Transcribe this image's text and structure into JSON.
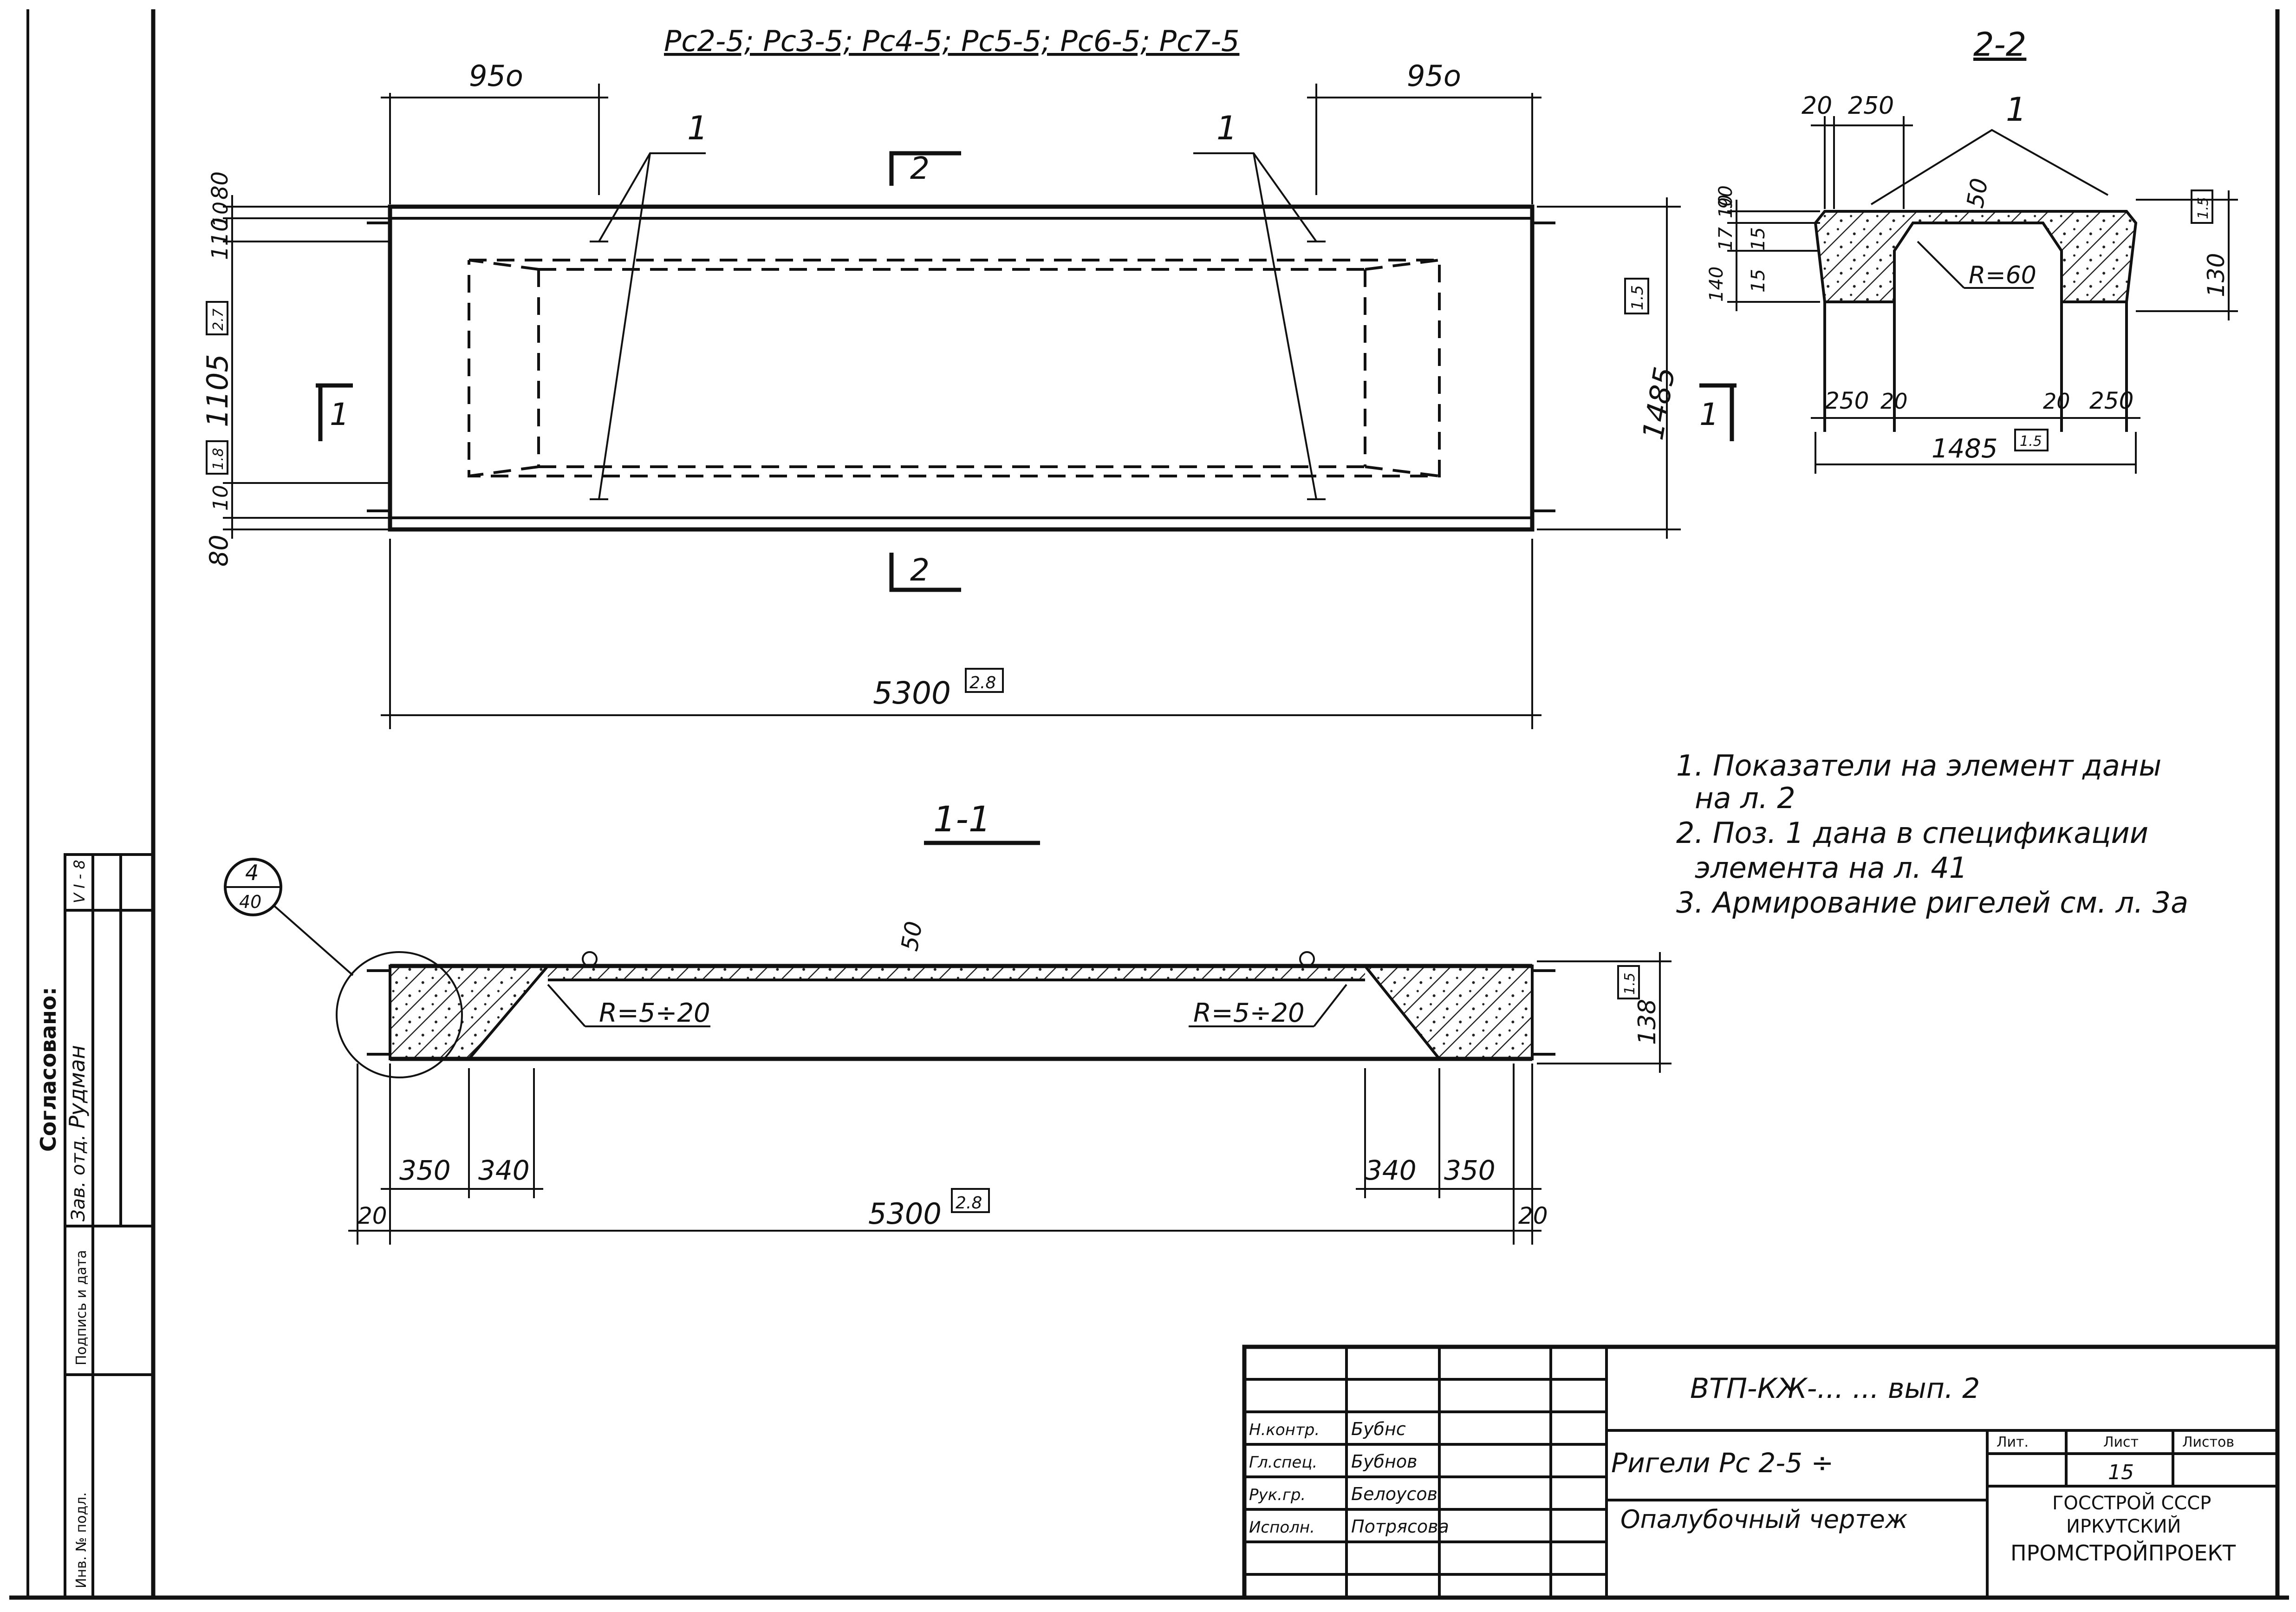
{
  "title_marks": "Рс2-5; Рс3-5; Рс4-5; Рс5-5; Рс6-5; Рс7-5",
  "plan": {
    "dim_left_top": "95о",
    "dim_right_top": "95о",
    "dim_overall_length": "5300",
    "dim_overall_length_ref": "2.8",
    "dim_width": "1485",
    "dim_width_ref": "1.5",
    "dim_left_stack": [
      "80",
      "10",
      "110",
      "1105",
      "10",
      "80"
    ],
    "dim_left_ref_a": "2.7",
    "dim_left_ref_b": "1.8",
    "leader_label_left": "1",
    "leader_label_right": "1",
    "section_mark_top": "2",
    "section_mark_bottom": "2",
    "section_mark_left": "1",
    "section_mark_right": "1"
  },
  "section_1_1": {
    "title": "1-1",
    "detail_callout_num": "4",
    "detail_callout_sheet": "40",
    "dim_50": "50",
    "radius_left": "R=5÷20",
    "radius_right": "R=5÷20",
    "dim_height": "138",
    "dim_height_ref": "1.5",
    "dim_350_left": "350",
    "dim_340_left": "340",
    "dim_340_right": "340",
    "dim_350_right": "350",
    "dim_20_left": "20",
    "dim_20_right": "20",
    "dim_length": "5300",
    "dim_length_ref": "2.8"
  },
  "section_2_2": {
    "title": "2-2",
    "dim_top_20": "20",
    "dim_top_250": "250",
    "leader_label": "1",
    "dim_50": "50",
    "radius": "R=60",
    "dim_left_stack": [
      "10",
      "17",
      "90",
      "15",
      "15",
      "140"
    ],
    "dim_height": "130",
    "dim_height_ref": "1.5",
    "dim_bottom_250_left": "250",
    "dim_bottom_20_left": "20",
    "dim_bottom_20_right": "20",
    "dim_bottom_250_right": "250",
    "dim_width": "1485",
    "dim_width_ref": "1.5"
  },
  "notes": [
    "1. Показатели на элемент даны",
    "на л. 2",
    "2. Поз. 1 дана в спецификации",
    "элемента на л. 41",
    "3. Армирование ригелей см. л. 3а"
  ],
  "side_stamp": {
    "agreed_label": "Согласовано:",
    "row1": "Зав. отд.",
    "row2": "Рудман",
    "col_label_1": "Инв. № подл.",
    "col_label_2": "Подпись и дата",
    "corner_code": "V I - 8"
  },
  "title_block": {
    "doc_code": "ВТП-КЖ-...  ... вып. 2",
    "roles": [
      "Н.контр.",
      "Гл.спец.",
      "Рук.гр.",
      "Исполн."
    ],
    "names": [
      "Бубнс",
      "Бубнов",
      "Белоусов",
      "Потрясова"
    ],
    "element_name": "Ригели Рс 2-5 ÷",
    "drawing_name": "Опалубочный чертеж",
    "col_stage": "Лит.",
    "col_sheet": "Лист",
    "col_sheets": "Листов",
    "sheet_no": "15",
    "org_line1": "ГОССТРОЙ СССР",
    "org_line2": "ИРКУТСКИЙ",
    "org_line3": "ПРОМСТРОЙПРОЕКТ"
  }
}
